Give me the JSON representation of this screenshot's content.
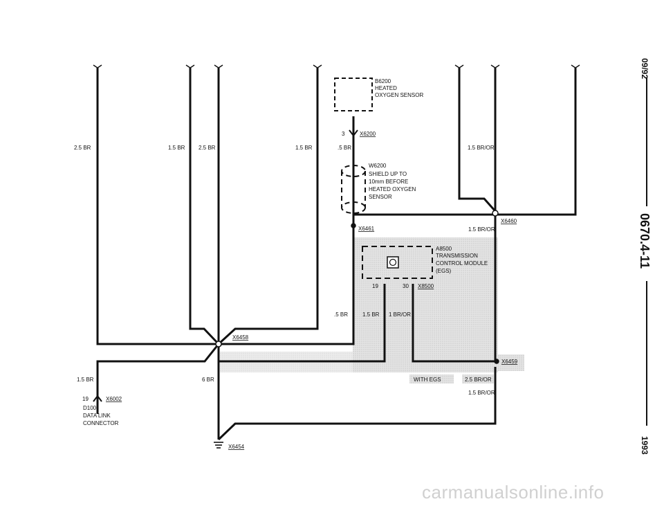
{
  "side_text": {
    "date": "09/92",
    "page_code": "0670.4-11",
    "year": "1993"
  },
  "components": {
    "oxygen_sensor": {
      "id": "B6200",
      "line1": "HEATED",
      "line2": "OXYGEN SENSOR"
    },
    "shield": {
      "id": "W6200",
      "line1": "SHIELD UP TO",
      "line2": "10mm BEFORE",
      "line3": "HEATED OXYGEN",
      "line4": "SENSOR"
    },
    "control_module": {
      "id": "A8500",
      "line1": "TRANSMISSION",
      "line2": "CONTROL MODULE",
      "line3": "(EGS)"
    },
    "data_link": {
      "id": "D100",
      "line1": "DATA LINK",
      "line2": "CONNECTOR"
    }
  },
  "connectors": {
    "x6200": "X6200",
    "x6200_pin": "3",
    "x6461": "X6461",
    "x6460": "X6460",
    "x8500": "X8500",
    "x8500_pin_a": "19",
    "x8500_pin_b": "30",
    "x6458": "X6458",
    "x6459": "X6459",
    "x6002": "X6002",
    "x6002_pin": "19",
    "x6454": "X6454"
  },
  "wires": {
    "w1": "2.5 BR",
    "w2": "1.5 BR",
    "w3": "2.5 BR",
    "w4": "1.5 BR",
    "w5": ".5 BR",
    "w6": "1.5 BR/OR",
    "w7": "1.5 BR/OR",
    "w8": ".5 BR",
    "w9": "1.5 BR",
    "w10": "1 BR/OR",
    "w11": "1.5 BR",
    "w12": "6 BR",
    "w13": "2.5 BR/OR",
    "w14": "1.5 BR/OR"
  },
  "variant": {
    "label": "WITH EGS"
  },
  "watermark": "carmanualsonline.info",
  "colors": {
    "wire": "#111111",
    "shade": "#dcdcdc"
  }
}
